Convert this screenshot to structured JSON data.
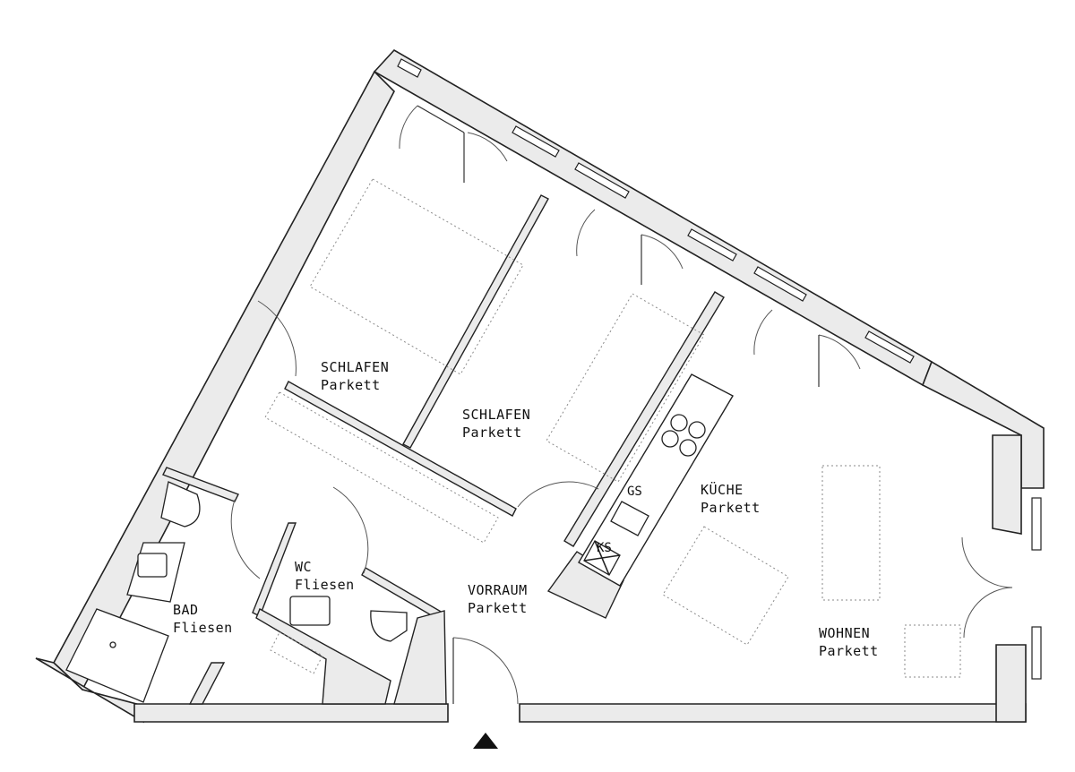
{
  "rooms": [
    {
      "name": "SCHLAFEN",
      "floor": "Parkett"
    },
    {
      "name": "SCHLAFEN",
      "floor": "Parkett"
    },
    {
      "name": "KÜCHE",
      "floor": "Parkett"
    },
    {
      "name": "WOHNEN",
      "floor": "Parkett"
    },
    {
      "name": "VORRAUM",
      "floor": "Parkett"
    },
    {
      "name": "BAD",
      "floor": "Fliesen"
    },
    {
      "name": "WC",
      "floor": "Fliesen"
    }
  ],
  "appliances": {
    "dishwasher": "GS",
    "fridge": "KS"
  },
  "colors": {
    "wall_fill": "#ebebeb",
    "line": "#222222",
    "furniture": "#8a8a8a"
  },
  "entrance_marker": "triangle-icon"
}
